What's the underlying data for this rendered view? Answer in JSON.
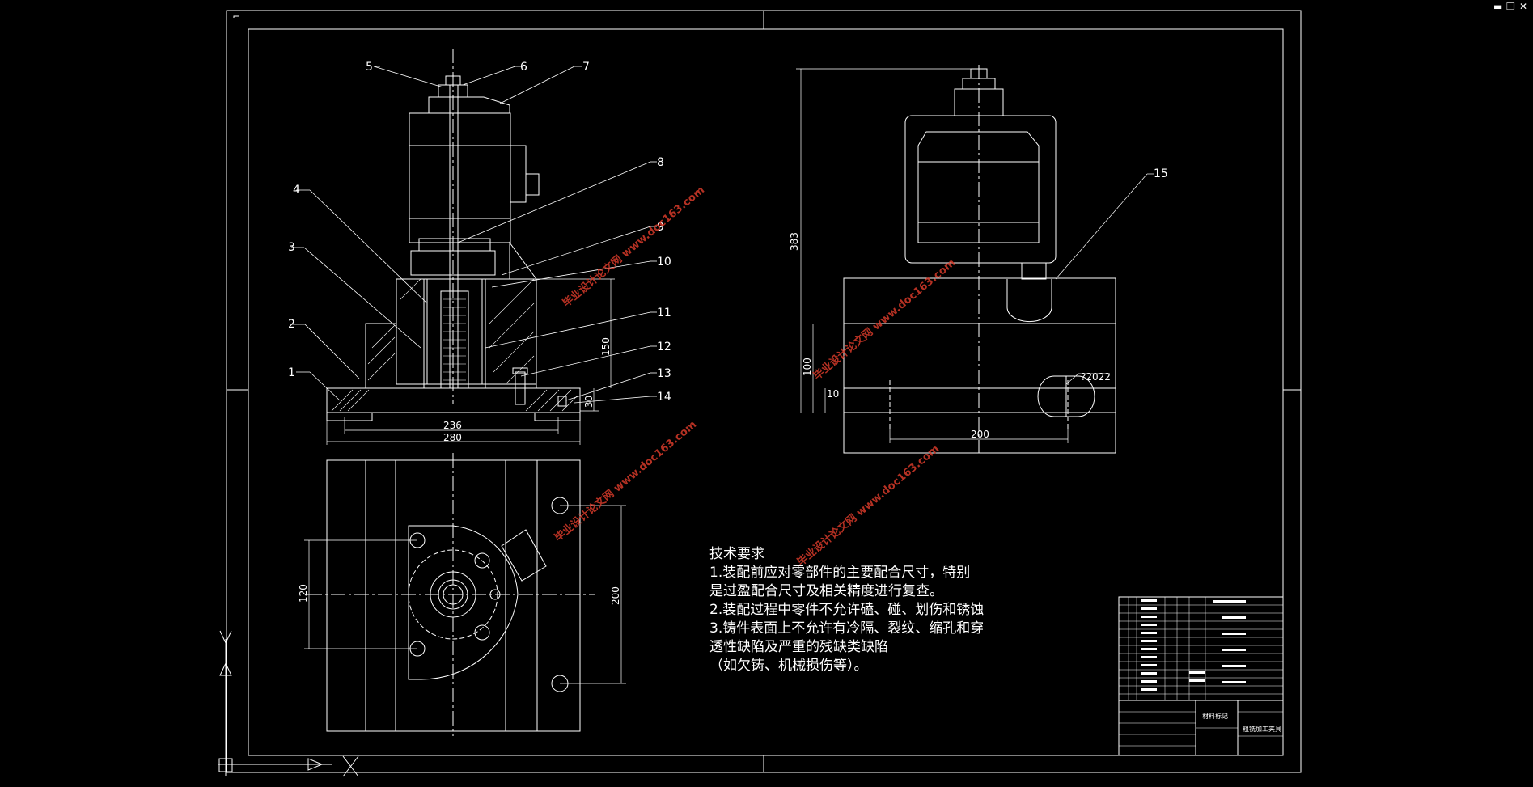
{
  "window_controls": {
    "minimize": "▬",
    "restore": "❐",
    "close": "✕"
  },
  "technical_requirements": {
    "title": "技术要求",
    "lines": [
      "1.装配前应对零部件的主要配合尺寸，特别",
      "是过盈配合尺寸及相关精度进行复查。",
      "2.装配过程中零件不允许磕、碰、划伤和锈蚀",
      "3.铸件表面上不允许有冷隔、裂纹、缩孔和穿",
      "透性缺陷及严重的残缺类缺陷",
      "（如欠铸、机械损伤等）。"
    ]
  },
  "part_numbers": [
    "1",
    "2",
    "3",
    "4",
    "5",
    "6",
    "7",
    "8",
    "9",
    "10",
    "11",
    "12",
    "13",
    "14",
    "15"
  ],
  "dimensions": {
    "front_236": "236",
    "front_280": "280",
    "front_150": "150",
    "front_30": "30",
    "side_383": "383",
    "side_100": "100",
    "side_10": "10",
    "side_200": "200",
    "side_hole": "?2022",
    "top_120": "120",
    "top_200": "200"
  },
  "title_block": {
    "material_label": "材料标记",
    "drawing_name": "粗铣加工夹具"
  },
  "watermark": "毕业设计论文网 www.doc163.com",
  "colors": {
    "background": "#000000",
    "lines": "#ffffff",
    "watermark": "#d63a2a"
  }
}
